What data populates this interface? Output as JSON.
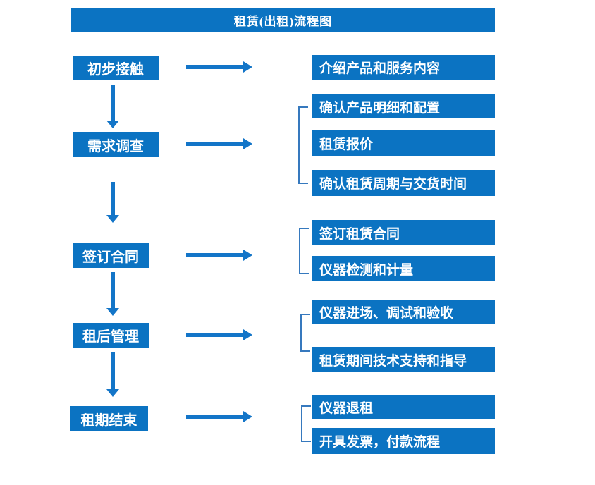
{
  "title": "租赁(出租)流程图",
  "colors": {
    "box_fill": "#0B73C2",
    "arrow": "#1375C8",
    "bracket": "#3679BE",
    "text": "#FFFFFF",
    "background": "#FFFFFF"
  },
  "flow": {
    "steps": [
      {
        "label": "初步接触",
        "details": [
          "介绍产品和服务内容"
        ]
      },
      {
        "label": "需求调查",
        "details": [
          "确认产品明细和配置",
          "租赁报价",
          "确认租赁周期与交货时间"
        ]
      },
      {
        "label": "签订合同",
        "details": [
          "签订租赁合同",
          "仪器检测和计量"
        ]
      },
      {
        "label": "租后管理",
        "details": [
          "仪器进场、调试和验收",
          "租赁期间技术支持和指导"
        ]
      },
      {
        "label": "租期结束",
        "details": [
          "仪器退租",
          "开具发票，付款流程"
        ]
      }
    ]
  }
}
